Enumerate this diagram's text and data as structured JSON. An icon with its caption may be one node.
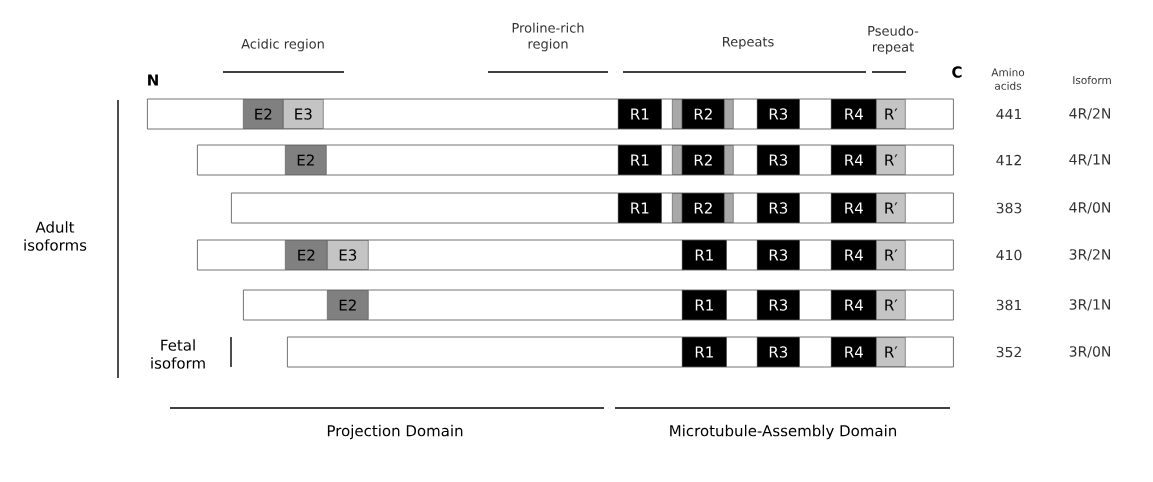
{
  "diagram": {
    "nodes": [
      {
        "text": [],
        "shape": "bar"
      },
      {
        "text": [
          "E2"
        ],
        "in": 0
      },
      {
        "text": [
          "E3"
        ],
        "in": 0
      },
      {
        "text": [
          "R1"
        ],
        "in": 0
      },
      {
        "text": [],
        "shape": "bar",
        "in": 0
      },
      {
        "text": [
          "R2"
        ],
        "in": 0
      },
      {
        "text": [],
        "shape": "bar",
        "in": 0
      },
      {
        "text": [
          "R3"
        ],
        "in": 0
      },
      {
        "text": [
          "R4"
        ],
        "in": 0
      },
      {
        "text": [
          "R′"
        ],
        "in": 0
      },
      {
        "text": [],
        "shape": "bar"
      },
      {
        "text": [
          "E2"
        ],
        "in": 10
      },
      {
        "text": [
          "R1"
        ],
        "in": 10
      },
      {
        "text": [],
        "shape": "bar",
        "in": 10
      },
      {
        "text": [
          "R2"
        ],
        "in": 10
      },
      {
        "text": [],
        "shape": "bar",
        "in": 10
      },
      {
        "text": [
          "R3"
        ],
        "in": 10
      },
      {
        "text": [
          "R4"
        ],
        "in": 10
      },
      {
        "text": [
          "R′"
        ],
        "in": 10
      },
      {
        "text": [],
        "shape": "bar"
      },
      {
        "text": [
          "R1"
        ],
        "in": 19
      },
      {
        "text": [],
        "shape": "bar",
        "in": 19
      },
      {
        "text": [
          "R2"
        ],
        "in": 19
      },
      {
        "text": [],
        "shape": "bar",
        "in": 19
      },
      {
        "text": [
          "R3"
        ],
        "in": 19
      },
      {
        "text": [
          "R4"
        ],
        "in": 19
      },
      {
        "text": [
          "R′"
        ],
        "in": 19
      },
      {
        "text": [],
        "shape": "bar"
      },
      {
        "text": [
          "E2"
        ],
        "in": 27
      },
      {
        "text": [
          "E3"
        ],
        "in": 27
      },
      {
        "text": [
          "R1"
        ],
        "in": 27
      },
      {
        "text": [
          "R3"
        ],
        "in": 27
      },
      {
        "text": [
          "R4"
        ],
        "in": 27
      },
      {
        "text": [
          "R′"
        ],
        "in": 27
      },
      {
        "text": [],
        "shape": "bar"
      },
      {
        "text": [
          "E2"
        ],
        "in": 34
      },
      {
        "text": [
          "R1"
        ],
        "in": 34
      },
      {
        "text": [
          "R3"
        ],
        "in": 34
      },
      {
        "text": [
          "R4"
        ],
        "in": 34
      },
      {
        "text": [
          "R′"
        ],
        "in": 34
      },
      {
        "text": [],
        "shape": "bar"
      },
      {
        "text": [
          "R1"
        ],
        "in": 40
      },
      {
        "text": [
          "R3"
        ],
        "in": 40
      },
      {
        "text": [
          "R4"
        ],
        "in": 40
      },
      {
        "text": [
          "R′"
        ],
        "in": 40
      }
    ],
    "labels": [
      "Proline-rich region",
      "Pseudo-repeat",
      "Acidic region",
      "Repeats",
      "N",
      "C",
      "Amino acids",
      "Isoform",
      "441",
      "4R/2N",
      "412",
      "4R/1N",
      "383",
      "4R/0N",
      "Adult isoforms",
      "410",
      "3R/2N",
      "381",
      "3R/1N",
      "Fetal isoform",
      "352",
      "3R/0N",
      "Projection Domain",
      "Microtubule-Assembly Domain"
    ]
  }
}
